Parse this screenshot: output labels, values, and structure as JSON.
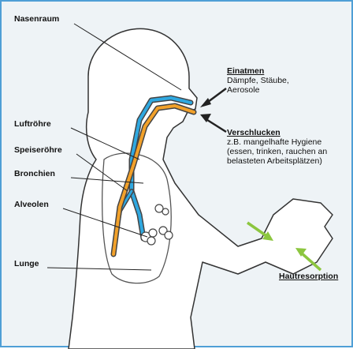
{
  "labels": {
    "nasenraum": "Nasenraum",
    "luftroehre": "Luftröhre",
    "speiseroehre": "Speiseröhre",
    "bronchien": "Bronchien",
    "alveolen": "Alveolen",
    "lunge": "Lunge"
  },
  "routes": {
    "einatmen": {
      "title": "Einatmen",
      "lines": [
        "Dämpfe, Stäube,",
        "Aerosole"
      ]
    },
    "verschlucken": {
      "title": "Verschlucken",
      "lines": [
        "z.B. mangelhafte Hygiene",
        "(essen, trinken, rauchen an",
        "belasteten Arbeitsplätzen)"
      ]
    },
    "haut": {
      "title": "Hautresorption"
    }
  },
  "colors": {
    "air": "#2fa8e0",
    "food": "#f2a12a",
    "skin_arrow": "#8cc63f",
    "frame": "#4f9fd6"
  }
}
